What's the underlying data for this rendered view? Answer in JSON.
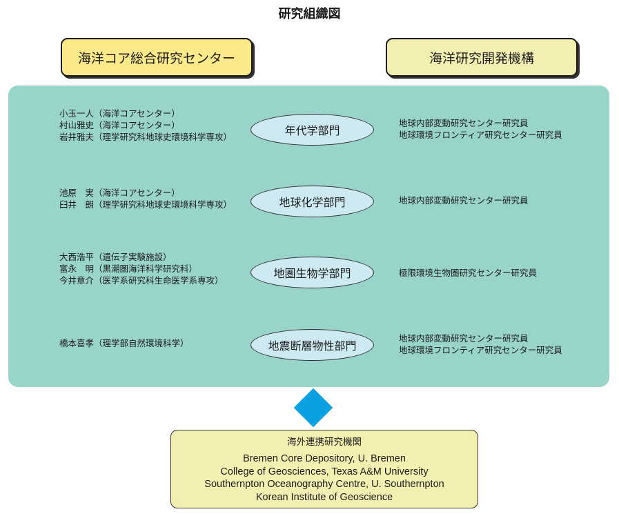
{
  "title": "研究組織図",
  "left_org": "海洋コア総合研究センター",
  "right_org": "海洋研究開発機構",
  "departments": [
    {
      "name": "年代学部門",
      "members": [
        "小玉一人（海洋コアセンター）",
        "村山雅史（海洋コアセンター）",
        "岩井雅夫（理学研究科地球史環境科学専攻）"
      ],
      "roles": [
        "地球内部変動研究センター研究員",
        "地球環境フロンティア研究センター研究員"
      ]
    },
    {
      "name": "地球化学部門",
      "members": [
        "池原　実（海洋コアセンター）",
        "臼井　朗（理学研究科地球史環境科学専攻）"
      ],
      "roles": [
        "地球内部変動研究センター研究員"
      ]
    },
    {
      "name": "地圏生物学部門",
      "members": [
        "大西浩平（遺伝子実験施設）",
        "富永　明（黒潮圏海洋科学研究科）",
        "今井章介（医学系研究科生命医学系専攻）"
      ],
      "roles": [
        "極限環境生物圏研究センター研究員"
      ]
    },
    {
      "name": "地震断層物性部門",
      "members": [
        "橋本喜孝（理学部自然環境科学）"
      ],
      "roles": [
        "地球内部変動研究センター研究員",
        "地球環境フロンティア研究センター研究員"
      ]
    }
  ],
  "partners": {
    "title": "海外連携研究機関",
    "items": [
      "Bremen Core Depository, U. Bremen",
      "College of Geosciences, Texas A&M University",
      "Southernpton Oceanography Centre, U. Southernpton",
      "Korean Institute of Geoscience"
    ]
  },
  "colors": {
    "panel": "#99d4cb",
    "left_org_fill": "#fbe98a",
    "right_org_fill": "#f3efb1",
    "department_fill": "#cdeaf2",
    "connector_diamond": "#0aa0e2",
    "partners_fill": "#f3efb1"
  }
}
